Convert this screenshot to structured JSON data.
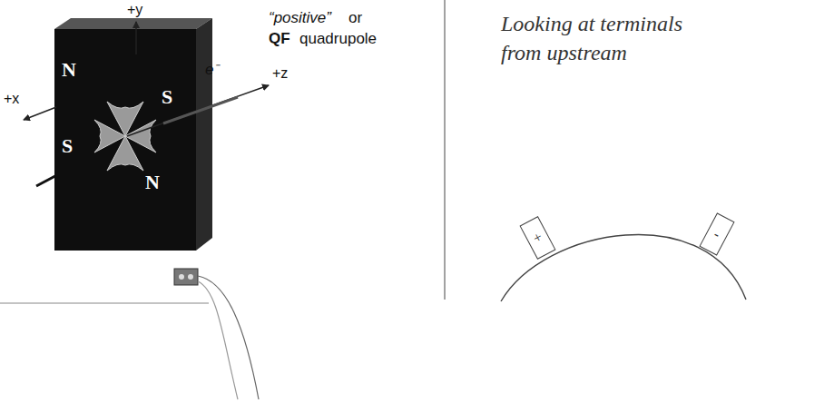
{
  "diagram": {
    "nodes": [
      {
        "text": [
          "+"
        ]
      },
      {
        "text": [
          "-"
        ]
      }
    ],
    "labels": [
      "+y",
      "“positive”",
      "or",
      "QF",
      "quadrupole",
      "+x",
      "e⁻",
      "+z",
      "N",
      "S",
      "S",
      "N",
      "Looking at terminals from upstream"
    ]
  }
}
